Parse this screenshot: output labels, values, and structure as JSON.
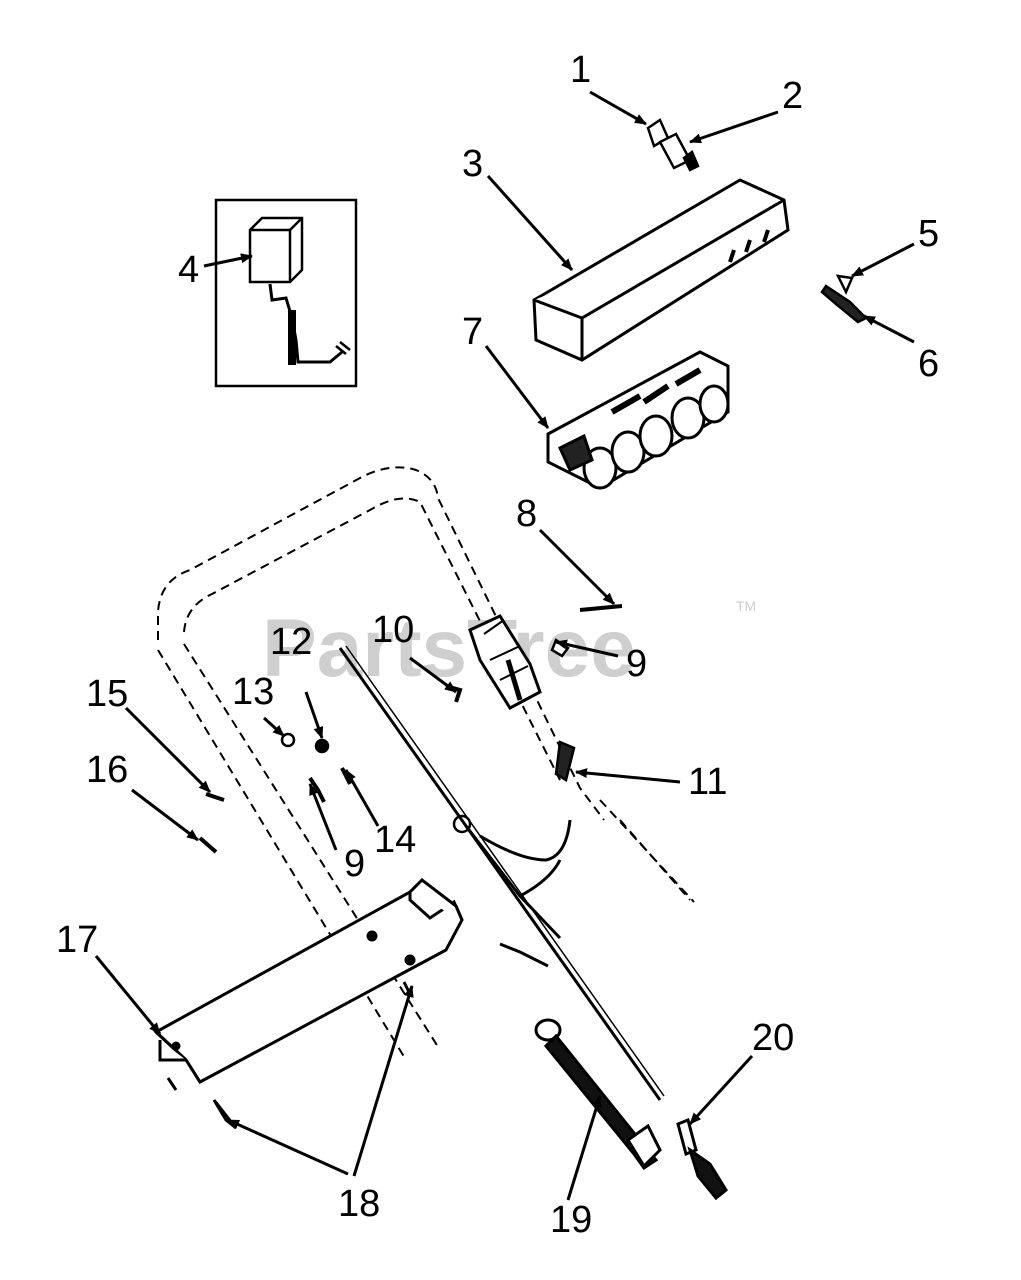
{
  "watermark": {
    "text": "PartsTree",
    "trademark": "TM"
  },
  "parts": [
    {
      "id": "p1",
      "label": "1",
      "name": "part-1"
    },
    {
      "id": "p2",
      "label": "2",
      "name": "part-2"
    },
    {
      "id": "p3",
      "label": "3",
      "name": "part-3"
    },
    {
      "id": "p4",
      "label": "4",
      "name": "part-4"
    },
    {
      "id": "p5",
      "label": "5",
      "name": "part-5"
    },
    {
      "id": "p6",
      "label": "6",
      "name": "part-6"
    },
    {
      "id": "p7",
      "label": "7",
      "name": "part-7"
    },
    {
      "id": "p8",
      "label": "8",
      "name": "part-8"
    },
    {
      "id": "p9a",
      "label": "9",
      "name": "part-9-upper"
    },
    {
      "id": "p9b",
      "label": "9",
      "name": "part-9-lower"
    },
    {
      "id": "p10",
      "label": "10",
      "name": "part-10"
    },
    {
      "id": "p11",
      "label": "11",
      "name": "part-11"
    },
    {
      "id": "p12",
      "label": "12",
      "name": "part-12"
    },
    {
      "id": "p13",
      "label": "13",
      "name": "part-13"
    },
    {
      "id": "p14",
      "label": "14",
      "name": "part-14"
    },
    {
      "id": "p15",
      "label": "15",
      "name": "part-15"
    },
    {
      "id": "p16",
      "label": "16",
      "name": "part-16"
    },
    {
      "id": "p17",
      "label": "17",
      "name": "part-17"
    },
    {
      "id": "p18",
      "label": "18",
      "name": "part-18"
    },
    {
      "id": "p19",
      "label": "19",
      "name": "part-19"
    },
    {
      "id": "p20",
      "label": "20",
      "name": "part-20"
    }
  ]
}
